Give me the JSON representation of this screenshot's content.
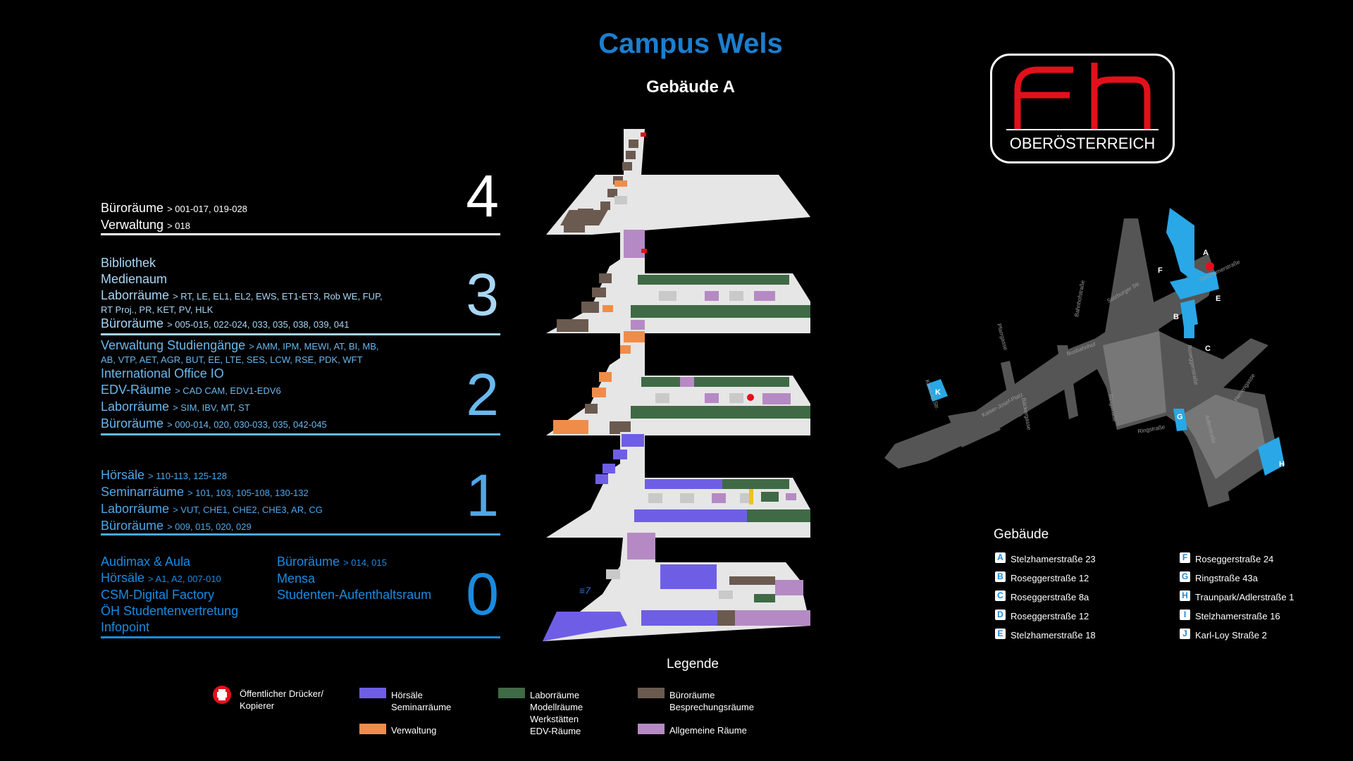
{
  "header": {
    "title": "Campus Wels",
    "subtitle": "Gebäude A"
  },
  "logo": {
    "letters": "fh",
    "text": "OBERÖSTERREICH",
    "red": "#e3101a"
  },
  "colors": {
    "hoersaele": "#6e5ee6",
    "labor": "#3f6a45",
    "buero": "#6b5a50",
    "verwaltung": "#f08c4a",
    "allgemein": "#b58ac4",
    "floor": "#e6e6e6",
    "accent": "#1a7fd0"
  },
  "floors": {
    "f4": {
      "number": "4",
      "lines": [
        {
          "main": "Büroräume",
          "detail": "> 001-017, 019-028"
        },
        {
          "main": "Verwaltung",
          "detail": "> 018"
        }
      ]
    },
    "f3": {
      "number": "3",
      "lines": [
        {
          "main": "Bibliothek",
          "detail": ""
        },
        {
          "main": "Medienaum",
          "detail": ""
        },
        {
          "main": "Laborräume",
          "detail": "> RT, LE, EL1, EL2, EWS, ET1-ET3, Rob WE, FUP,",
          "cont": "RT Proj., PR, KET, PV, HLK"
        },
        {
          "main": "Büroräume",
          "detail": "> 005-015, 022-024, 033, 035, 038, 039, 041"
        }
      ]
    },
    "f2": {
      "number": "2",
      "lines": [
        {
          "main": "Verwaltung Studiengänge",
          "detail": "> AMM, IPM, MEWI, AT, BI, MB,",
          "cont": "AB, VTP, AET, AGR, BUT, EE, LTE, SES, LCW, RSE, PDK, WFT"
        },
        {
          "main": "International Office IO",
          "detail": ""
        },
        {
          "main": "EDV-Räume",
          "detail": "> CAD CAM, EDV1-EDV6"
        },
        {
          "main": "Laborräume",
          "detail": "> SIM, IBV, MT, ST"
        },
        {
          "main": "Büroräume",
          "detail": "> 000-014, 020, 030-033, 035, 042-045"
        }
      ]
    },
    "f1": {
      "number": "1",
      "lines": [
        {
          "main": "Hörsäle",
          "detail": "> 110-113, 125-128"
        },
        {
          "main": "Seminarräume",
          "detail": "> 101, 103, 105-108, 130-132"
        },
        {
          "main": "Laborräume",
          "detail": "> VUT, CHE1, CHE2, CHE3, AR, CG"
        },
        {
          "main": "Büroräume",
          "detail": "> 009, 015, 020, 029"
        }
      ]
    },
    "f0": {
      "number": "0",
      "left": [
        {
          "main": "Audimax & Aula",
          "detail": ""
        },
        {
          "main": "Hörsäle",
          "detail": "> A1, A2, 007-010"
        },
        {
          "main": "CSM-Digital Factory",
          "detail": ""
        },
        {
          "main": "ÖH Studentenvertretung",
          "detail": ""
        },
        {
          "main": "Infopoint",
          "detail": ""
        }
      ],
      "right": [
        {
          "main": "Büroräume",
          "detail": "> 014, 015"
        },
        {
          "main": "Mensa",
          "detail": ""
        },
        {
          "main": "Studenten-Aufenthaltsraum",
          "detail": ""
        }
      ]
    }
  },
  "legend": {
    "title": "Legende",
    "items": [
      {
        "label": "Öffentlicher Drücker/",
        "label2": "Kopierer",
        "icon": "printer-icon"
      },
      {
        "label": "Hörsäle",
        "label2": "Seminarräume"
      },
      {
        "label": "Verwaltung",
        "label2": ""
      },
      {
        "label": "Laborräume",
        "label2": "Modellräume",
        "label3": "Werkstätten",
        "label4": "EDV-Räume"
      },
      {
        "label": "Büroräume",
        "label2": "Besprechungsräume"
      },
      {
        "label": "Allgemeine Räume",
        "label2": ""
      }
    ]
  },
  "buildings": {
    "title": "Gebäude",
    "items": [
      {
        "letter": "A",
        "name": "Stelzhamerstraße 23"
      },
      {
        "letter": "B",
        "name": "Roseggerstraße 12"
      },
      {
        "letter": "C",
        "name": "Roseggerstraße 8a"
      },
      {
        "letter": "D",
        "name": "Roseggerstraße 12"
      },
      {
        "letter": "E",
        "name": "Stelzhamerstraße 18"
      },
      {
        "letter": "F",
        "name": "Roseggerstraße 24"
      },
      {
        "letter": "G",
        "name": "Ringstraße 43a"
      },
      {
        "letter": "H",
        "name": "Traunpark/Adlerstraße 1"
      },
      {
        "letter": "I",
        "name": "Stelzhamerstraße 16"
      },
      {
        "letter": "J",
        "name": "Karl-Loy Straße 2"
      }
    ]
  },
  "map": {
    "streets": [
      "Stelzhamerstraße",
      "Roseggerstraße",
      "Salzburger Str.",
      "Bahnhofstraße",
      "Busbahnhof",
      "Kaiser-Josef-Platz",
      "Bäckergasse",
      "Pfarrgasse",
      "Ringstraße",
      "Adlerstraße",
      "Herrengasse",
      "Karl-Loy-Str."
    ],
    "markers": [
      "A",
      "B",
      "C",
      "E",
      "F",
      "G",
      "H",
      "K"
    ]
  }
}
